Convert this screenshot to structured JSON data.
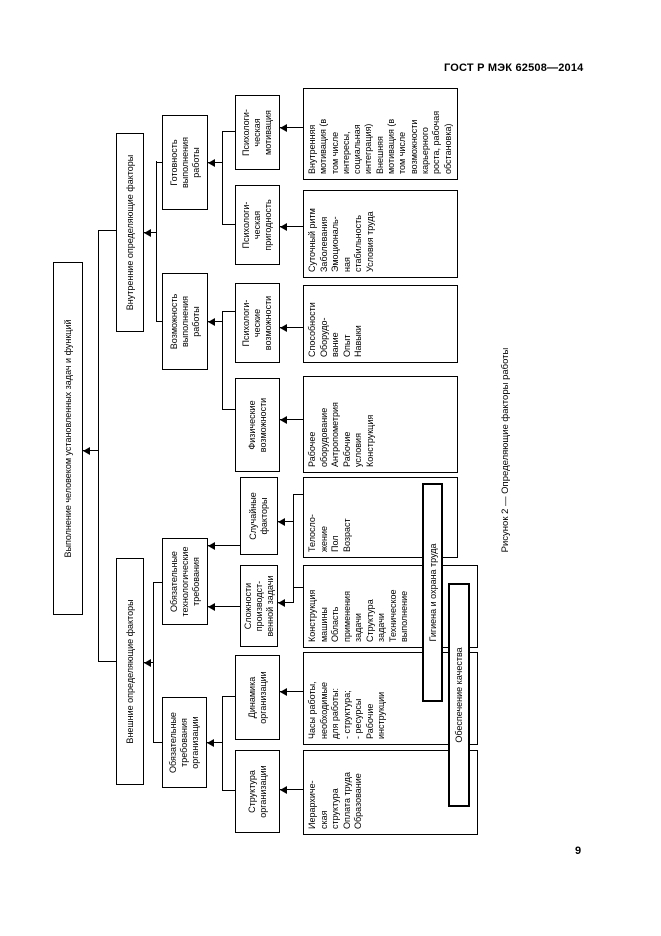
{
  "page": {
    "header": "ГОСТ Р МЭК 62508—2014",
    "caption": "Рисунок 2 — Определяющие факторы работы",
    "page_number": "9"
  },
  "colors": {
    "ink": "#000000",
    "background": "#ffffff"
  },
  "diagram": {
    "main": "Выполнение человеком установленных задач и функций",
    "internal": "Внутренние определяющие факторы",
    "external": "Внешние определяющие факторы",
    "readiness": "Готовность\nвыполнения\nработы",
    "ability": "Возможность\nвыполнения\nработы",
    "tech_req": "Обязательные\nтехнологические\nтребования",
    "org_req": "Обязательные\nтребования\nорганизации",
    "psy_motivation": "Психологи-\nческая\nмотивация",
    "psy_fitness": "Психологи-\nческая\nпригодность",
    "psy_capabilities": "Психологи-\nческие\nвозможности",
    "phys_capabilities": "Физические\nвозможности",
    "random_factors": "Случайные\nфакторы",
    "task_complexity": "Сложности\nпроизводст-\nвенной задачи",
    "org_dynamics": "Динамика\nорганизации",
    "org_structure": "Структура\nорганизации",
    "hygiene_bar": "Гигиена и охрана труда",
    "quality_bar": "Обеспечение качества",
    "list_motivation": "Внутренняя\nмотивация (в\nтом числе\nинтересы,\nсоциальная\nинтеграция)\nВнешняя\nмотивация (в\nтом числе\nвозможности\nкарьерного\nроста, рабочая\nобстановка)",
    "list_fitness": "Суточный ритм\nЗаболевания\nЭмоциональ-\nная\nстабильность\nУсловия труда",
    "list_psy_cap": "Способности\nОборудо-\nвание\nОпыт\nНавыки",
    "list_phys_cap": "Рабочее\nоборудование\nАнтропометрия\nРабочие\nусловия\nКонструкция",
    "list_random": "Телосло-\nжение\nПол\nВозраст",
    "list_task": "Конструкция\nмашины\nОбласть\nприменения\nзадачи\nСтруктура\nзадачи\nТехническое\nвыполнение",
    "list_dynamics": "Часы работы,\nнеобходимые\nдля работы:\n- структура;\n- ресурсы\nРабочие\nинструкции",
    "list_structure": "Иерархиче-\nская\nструктура\nОплата труда\nОбразование"
  }
}
